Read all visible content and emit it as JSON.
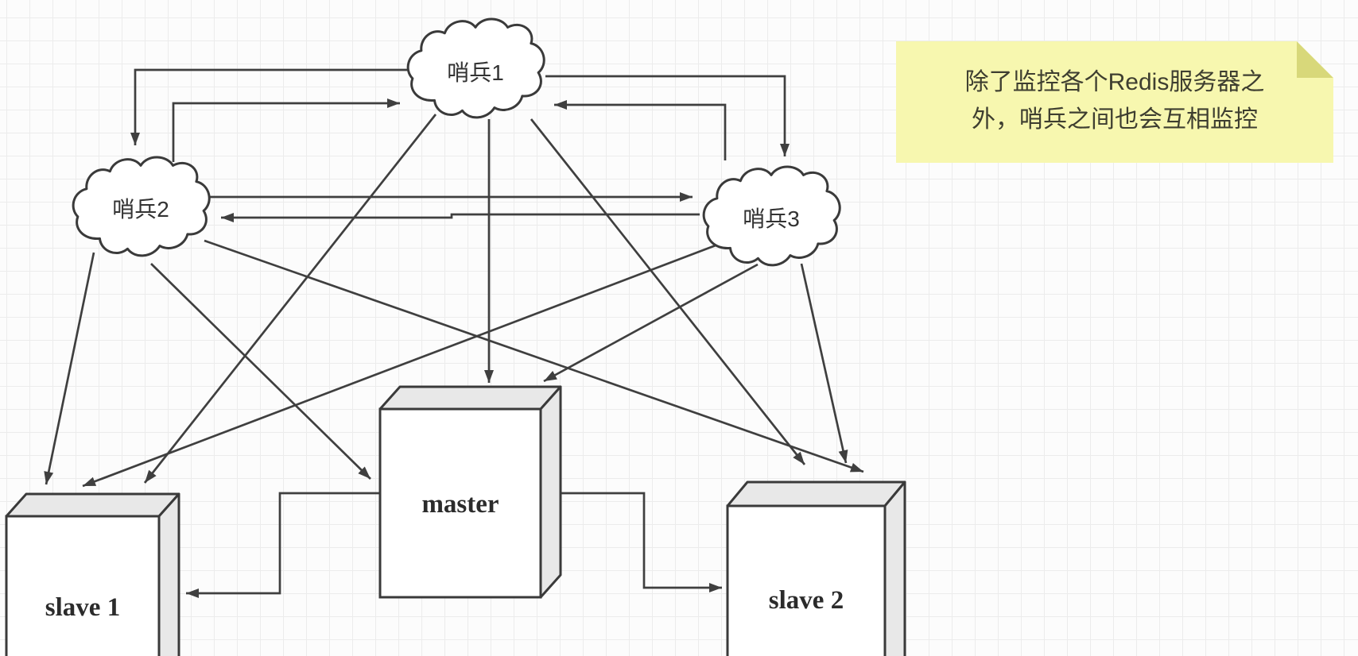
{
  "colors": {
    "bg": "#fcfcfc",
    "grid": "#ececec",
    "line": "#3f3f3f",
    "node-fill": "#ffffff",
    "node-side": "#e8e8e8",
    "note-bg": "#f7f7af",
    "note-fold": "#d8d87a",
    "note-text": "#3e3e30"
  },
  "nodes": {
    "sentinel1": {
      "label": "哨兵1",
      "shape": "cloud"
    },
    "sentinel2": {
      "label": "哨兵2",
      "shape": "cloud"
    },
    "sentinel3": {
      "label": "哨兵3",
      "shape": "cloud"
    },
    "master": {
      "label": "master",
      "shape": "3d-box"
    },
    "slave1": {
      "label": "slave 1",
      "shape": "3d-box"
    },
    "slave2": {
      "label": "slave 2",
      "shape": "3d-box"
    }
  },
  "note": {
    "line1": "除了监控各个Redis服务器之",
    "line2": "外，哨兵之间也会互相监控"
  },
  "edges": [
    {
      "from": "sentinel1",
      "to": "sentinel2"
    },
    {
      "from": "sentinel2",
      "to": "sentinel1"
    },
    {
      "from": "sentinel1",
      "to": "sentinel3"
    },
    {
      "from": "sentinel3",
      "to": "sentinel1"
    },
    {
      "from": "sentinel2",
      "to": "sentinel3"
    },
    {
      "from": "sentinel3",
      "to": "sentinel2"
    },
    {
      "from": "sentinel1",
      "to": "master"
    },
    {
      "from": "sentinel1",
      "to": "slave1"
    },
    {
      "from": "sentinel1",
      "to": "slave2"
    },
    {
      "from": "sentinel2",
      "to": "master"
    },
    {
      "from": "sentinel2",
      "to": "slave1"
    },
    {
      "from": "sentinel2",
      "to": "slave2"
    },
    {
      "from": "sentinel3",
      "to": "master"
    },
    {
      "from": "sentinel3",
      "to": "slave1"
    },
    {
      "from": "sentinel3",
      "to": "slave2"
    },
    {
      "from": "master",
      "to": "slave1"
    },
    {
      "from": "master",
      "to": "slave2"
    }
  ]
}
